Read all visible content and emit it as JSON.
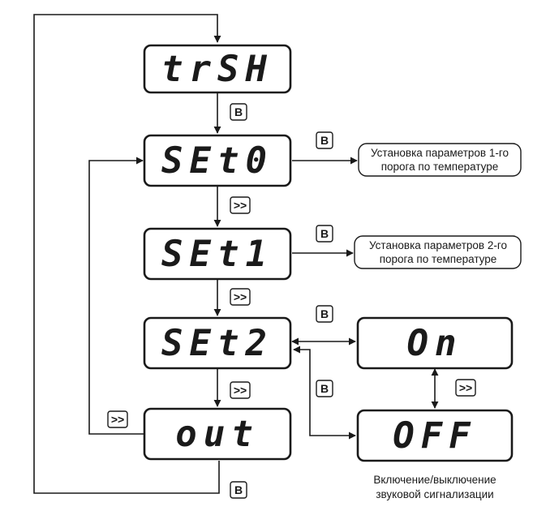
{
  "displays": {
    "trsh": "trSH",
    "set0": "SEt0",
    "set1": "SEt1",
    "set2": "SEt2",
    "out": "out",
    "on": "On",
    "off": "OFF"
  },
  "keys": {
    "b": "B",
    "next": ">>"
  },
  "notes": {
    "set0_line1": "Установка параметров 1-го",
    "set0_line2": "порога по температуре",
    "set1_line1": "Установка параметров 2-го",
    "set1_line2": "порога по температуре",
    "sound_line1": "Включение/выключение",
    "sound_line2": "звуковой сигнализации"
  }
}
